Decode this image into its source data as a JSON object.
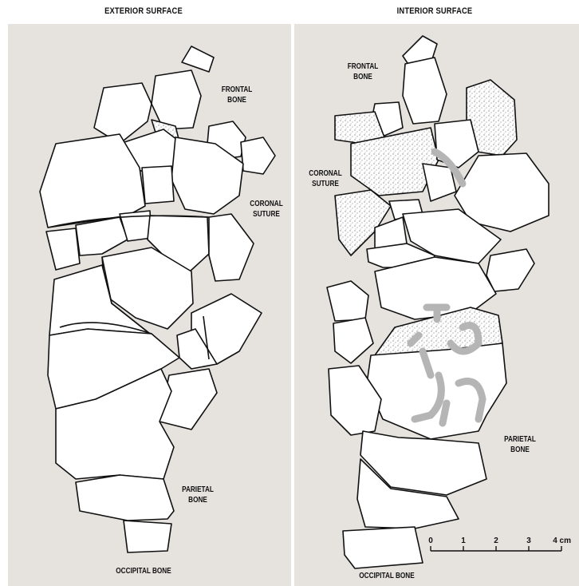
{
  "headings": {
    "exterior": "EXTERIOR SURFACE",
    "interior": "INTERIOR SURFACE"
  },
  "exterior_labels": {
    "frontal_line1": "FRONTAL",
    "frontal_line2": "BONE",
    "coronal_line1": "CORONAL",
    "coronal_line2": "SUTURE",
    "parietal_line1": "PARIETAL",
    "parietal_line2": "BONE",
    "occipital": "OCCIPITAL BONE"
  },
  "interior_labels": {
    "frontal_line1": "FRONTAL",
    "frontal_line2": "BONE",
    "coronal_line1": "CORONAL",
    "coronal_line2": "SUTURE",
    "parietal_line1": "PARIETAL",
    "parietal_line2": "BONE",
    "occipital": "OCCIPITAL BONE"
  },
  "scale_bar": {
    "ticks": [
      "0",
      "1",
      "2",
      "3",
      "4 cm"
    ]
  },
  "colors": {
    "panel_bg": "#e6e3df",
    "bone_fill": "#ffffff",
    "outline": "#111111",
    "stipple": "#9a9a9a",
    "gray_marking": "#b5b5b5"
  }
}
